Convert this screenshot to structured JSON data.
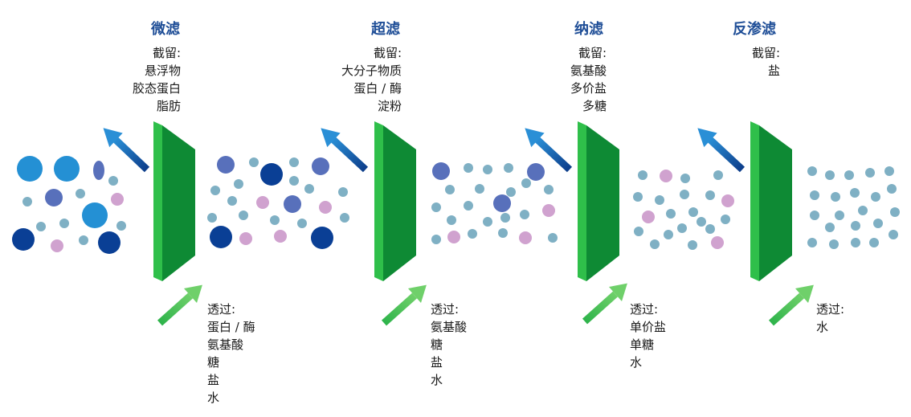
{
  "stages": [
    {
      "name": "微滤",
      "retain_label": "截留:",
      "retained": [
        "悬浮物",
        "胶态蛋白",
        "脂肪"
      ],
      "pass_label": "透过:",
      "passed": [
        "蛋白 / 酶",
        "氨基酸",
        "糖",
        "盐",
        "水"
      ]
    },
    {
      "name": "超滤",
      "retain_label": "截留:",
      "retained": [
        "大分子物质",
        "蛋白 / 酶",
        "淀粉"
      ],
      "pass_label": "透过:",
      "passed": [
        "氨基酸",
        "糖",
        "盐",
        "水"
      ]
    },
    {
      "name": "纳滤",
      "retain_label": "截留:",
      "retained": [
        "氨基酸",
        "多价盐",
        "多糖"
      ],
      "pass_label": "透过:",
      "passed": [
        "单价盐",
        "单糖",
        "水"
      ]
    },
    {
      "name": "反渗滤",
      "retain_label": "截留:",
      "retained": [
        "盐"
      ],
      "pass_label": "透过:",
      "passed": [
        "水"
      ]
    }
  ],
  "colors": {
    "membrane_front": "#0e8a34",
    "membrane_side": "#2fbf4a",
    "retain_arrow_start": "#2a8fd6",
    "retain_arrow_end": "#0d3d8a",
    "pass_arrow_start": "#2db34a",
    "pass_arrow_end": "#6fd06a",
    "title": "#1f4e97",
    "particle_light_blue": "#2490d4",
    "particle_mid_blue": "#5870bb",
    "particle_dark_blue": "#0a3f95",
    "particle_teal": "#7fb0c4",
    "particle_pink": "#d0a2cf"
  }
}
